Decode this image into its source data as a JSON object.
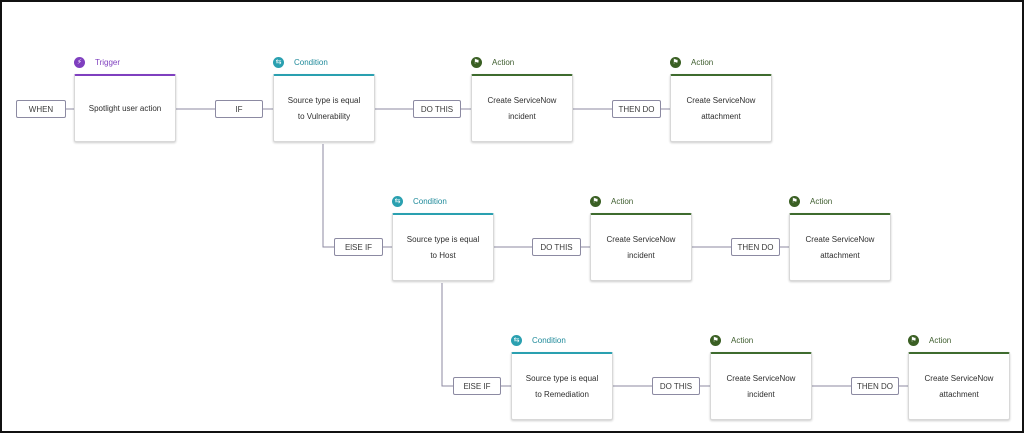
{
  "connectors": {
    "when": "WHEN",
    "if": "IF",
    "do_this": "DO THIS",
    "then_do": "THEN DO",
    "else_if": "ElSE IF",
    "else_if_2": "ElSE IF"
  },
  "headers": {
    "trigger": "Trigger",
    "condition": "Condition",
    "action": "Action"
  },
  "row1": {
    "trigger": "Spotlight user action",
    "condition": "Source type is equal to Vulnerability",
    "action1": "Create ServiceNow incident",
    "action2": "Create ServiceNow attachment"
  },
  "row2": {
    "condition": "Source type is equal to Host",
    "action1": "Create ServiceNow incident",
    "action2": "Create ServiceNow attachment"
  },
  "row3": {
    "condition": "Source type is equal to Remediation",
    "action1": "Create ServiceNow incident",
    "action2": "Create ServiceNow attachment"
  },
  "colors": {
    "trigger": "#7f3fbf",
    "condition": "#2aa0b0",
    "action": "#3e6b2e",
    "wire": "#8c8aa2"
  },
  "icons": {
    "trigger": "lightning-icon",
    "condition": "condition-icon",
    "action": "flag-icon"
  }
}
